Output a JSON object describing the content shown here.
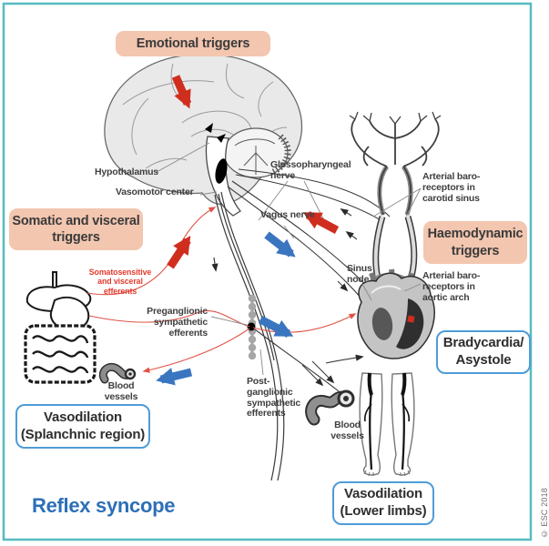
{
  "figure": {
    "title": "Reflex syncope",
    "copyright": "© ESC 2018"
  },
  "trigger_boxes": [
    {
      "id": "emotional",
      "label": "Emotional triggers"
    },
    {
      "id": "somatic-visceral",
      "label": "Somatic and visceral\ntriggers"
    },
    {
      "id": "haemodynamic",
      "label": "Haemodynamic\ntriggers"
    }
  ],
  "outcome_boxes": [
    {
      "id": "bradycardia-asystole",
      "label": "Bradycardia/\nAsystole"
    },
    {
      "id": "vasodilation-splanchnic",
      "label": "Vasodilation\n(Splanchnic region)"
    },
    {
      "id": "vasodilation-lower-limbs",
      "label": "Vasodilation\n(Lower limbs)"
    }
  ],
  "anatomy_labels": {
    "hypothalamus": "Hypothalamus",
    "vasomotor_center": "Vasomotor center",
    "glossopharyngeal_nerve": "Glossopharyngeal\nnerve",
    "vagus_nerve": "Vagus nerve",
    "sinus_node": "Sinus\nnode",
    "baroreceptors_carotid": "Arterial baro-\nreceptors in\ncarotid sinus",
    "baroreceptors_aortic": "Arterial baro-\nreceptors in\naortic arch",
    "preganglionic": "Preganglionic\nsympathetic\nefferents",
    "postganglionic": "Post-\nganglionic\nsympathetic\nefferents",
    "blood_vessels_splanchnic": "Blood\nvessels",
    "blood_vessels_limbs": "Blood\nvessels",
    "somatosensitive_efferents": "Somatosensitive\nand visceral\nefferents"
  },
  "colors": {
    "frame_teal": "#57bac2",
    "trigger_box_salmon": "#f3c6b0",
    "outcome_box_border_blue": "#4e9cd8",
    "arrow_red": "#cf2e1e",
    "arrow_blue": "#3a75c0",
    "efferent_line_red": "#e05448",
    "title_blue": "#2d6fb7"
  }
}
